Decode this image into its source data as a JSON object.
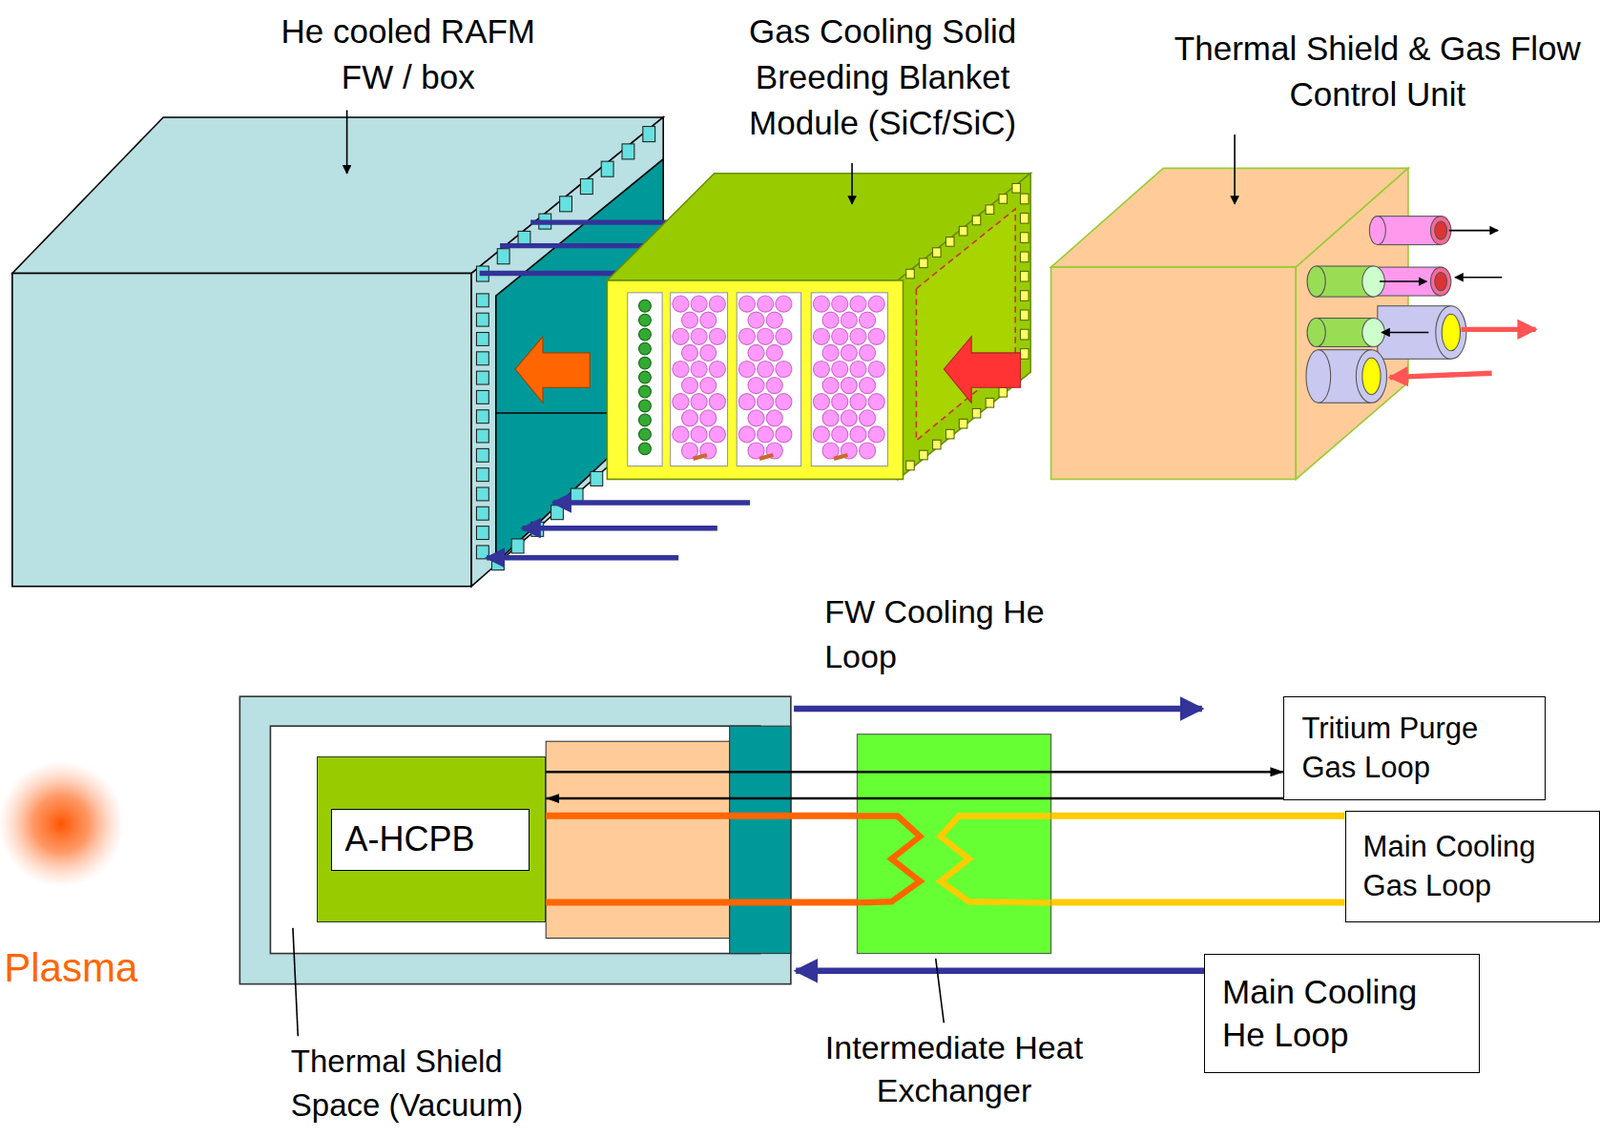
{
  "diagram": {
    "nodes": [
      {
        "text": [
          "A-HCPB"
        ]
      },
      {
        "text": [
          "Tritium Purge Gas Loop"
        ]
      },
      {
        "text": [
          "Main Cooling Gas Loop"
        ]
      },
      {
        "text": [
          "Main Cooling He Loop"
        ]
      },
      {
        "text": [
          "Intermediate Heat Exchanger"
        ]
      }
    ],
    "edges": [
      {
        "from": 0,
        "to": 1,
        "arrow": "to"
      },
      {
        "from": 1,
        "to": 0,
        "arrow": "to"
      },
      {
        "from": 0,
        "to": 4,
        "arrow": "none"
      },
      {
        "from": 0,
        "to": 4,
        "arrow": "none"
      },
      {
        "from": 4,
        "to": 2,
        "arrow": "none"
      },
      {
        "from": 4,
        "to": 2,
        "arrow": "none"
      }
    ],
    "labels": [
      "He cooled RAFM FW / box",
      "Gas Cooling Solid Breeding Blanket Module (SiCf/SiC)",
      "Thermal Shield & Gas Flow Control Unit",
      "FW Cooling He Loop",
      "Plasma",
      "Thermal Shield Space (Vacuum)"
    ]
  }
}
